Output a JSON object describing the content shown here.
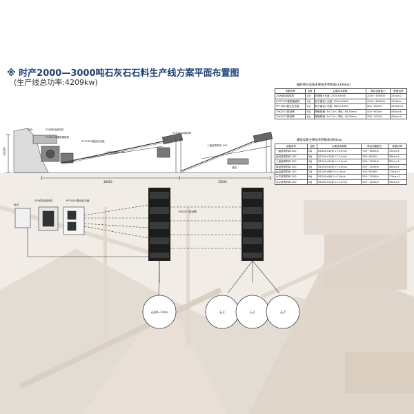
{
  "header": {
    "title": "※ 时产2000—3000吨石灰石石料生产线方案平面布置图",
    "subtitle": "(生产线总功率:4209kw)"
  },
  "crushing_table": {
    "caption": "破碎筛分设备主要技术参数表(3346kw)",
    "columns": [
      "设备名称",
      "台数",
      "主要技术参数",
      "单台设备能力",
      "配备功率"
    ],
    "rows": [
      [
        "ZSW振动给料机",
        "1台",
        "料槽宽×长度: 2500×6000",
        "2000~3000t/h",
        "37kw×2"
      ],
      [
        "PCZ2225重型锤破机",
        "1台",
        "转子直径×长度: 2200×2500",
        "2000~3000t/h",
        "1250kw"
      ],
      [
        "PFY1820复合反击破",
        "2台",
        "转子直径×长度: 1800×2000",
        "600~800t/h",
        "315kw×4"
      ],
      [
        "2YK3072振动筛",
        "4台",
        "筛面规格: 3×7.2m, 筛孔: 80,40mm",
        "500~600t/h",
        "45kw×8"
      ],
      [
        "2YK3072振动筛",
        "4台",
        "筛面规格: 3×7.2m, 筛孔: 40,20mm",
        "300~400t/h",
        "45kw×4"
      ]
    ]
  },
  "conveyor_table": {
    "caption": "输送设备主要技术参数表(865kw)",
    "columns": [
      "设备名称",
      "台数",
      "主要技术参数",
      "单台设备能力",
      "配备功率"
    ],
    "rows": [
      [
        "一级皮带机B1400",
        "3台",
        "B1400×43米  V=2.0m/s",
        "700~1800t/h",
        "75kw×3"
      ],
      [
        "返料皮带机B1200",
        "3台",
        "B1200×26米  V=2.0m/s",
        "300~600t/h",
        "30kw×3"
      ],
      [
        "二级皮带机B1200",
        "3台",
        "B1200×60米  V=2.0m/s",
        "500~1200t/h",
        "55kw×3"
      ],
      [
        "成品皮带机B1200",
        "3台",
        "B1200×40米  V=2.0m/s",
        "500~1200t/h",
        "30kw×3"
      ],
      [
        "水平皮带机B1200",
        "2台",
        "B1200×6米  V=2.0m/s",
        "300~600t/h",
        "7.5kw×3"
      ],
      [
        "水平皮带机B1200",
        "4台",
        "B1200×6米  V=2.0m/s",
        "500~1200t/h",
        "7.5kw×3"
      ],
      [
        "水平皮带机B1200",
        "4台",
        "B1200×26米  V=2.0m/s",
        "500~1200t/h",
        "30kw×3"
      ]
    ]
  },
  "elevation": {
    "height_label": "10000",
    "dim1": "38000",
    "dim2": "35000",
    "labels": {
      "hopper": "料仓",
      "feeder": "ZSW振动给料机",
      "hammer": "PCZ2225重型锤破机",
      "impact": "PFY1820复合反击破",
      "conv1": "一级皮带机B1400",
      "conv2": "二级皮带机B1200",
      "screen": "2YK3072振动筛",
      "output": "成品"
    }
  },
  "plan": {
    "labels": {
      "hopper": "料仓",
      "feeder": "ZSW振动给料机",
      "impact": "PFY1820复合反击破",
      "screen": "2YK3072振动筛"
    }
  },
  "piles": [
    "石料0~5mm",
    "石子",
    "石子",
    "石子"
  ],
  "colors": {
    "title": "#1f3f73",
    "line": "#333333",
    "screen_dark": "#1c1c1c",
    "photo_tint": "#e9e2da"
  }
}
